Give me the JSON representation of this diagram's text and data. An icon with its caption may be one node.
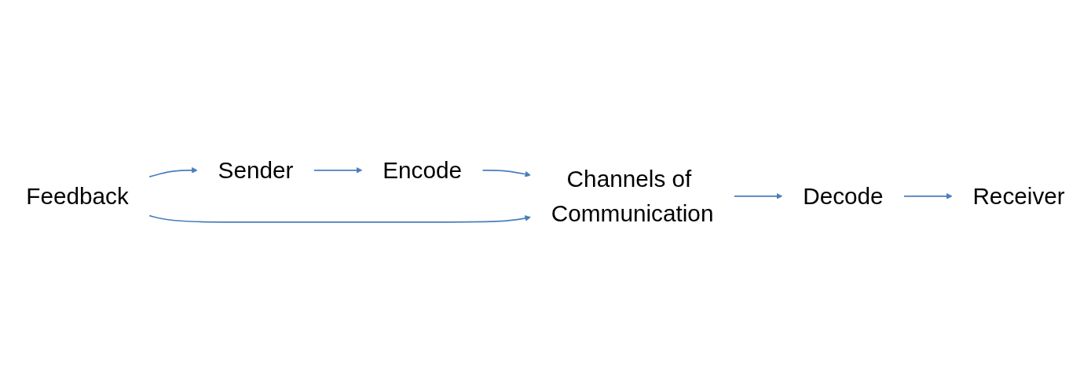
{
  "diagram": {
    "nodes": [
      {
        "text": [
          "Sender"
        ]
      },
      {
        "text": [
          "Encode"
        ]
      },
      {
        "text": [
          "Channels of Communication"
        ]
      },
      {
        "text": [
          "Decode"
        ]
      },
      {
        "text": [
          "Receiver"
        ]
      },
      {
        "text": [
          "Feedback"
        ]
      }
    ],
    "edges": [
      {
        "from": 0,
        "to": 1,
        "arrow": "to"
      },
      {
        "from": 1,
        "to": 2,
        "arrow": "to"
      },
      {
        "from": 2,
        "to": 3,
        "arrow": "to"
      },
      {
        "from": 3,
        "to": 4,
        "arrow": "to"
      },
      {
        "from": 5,
        "to": 0,
        "arrow": "to"
      },
      {
        "from": 5,
        "to": 2,
        "arrow": "to"
      }
    ]
  }
}
